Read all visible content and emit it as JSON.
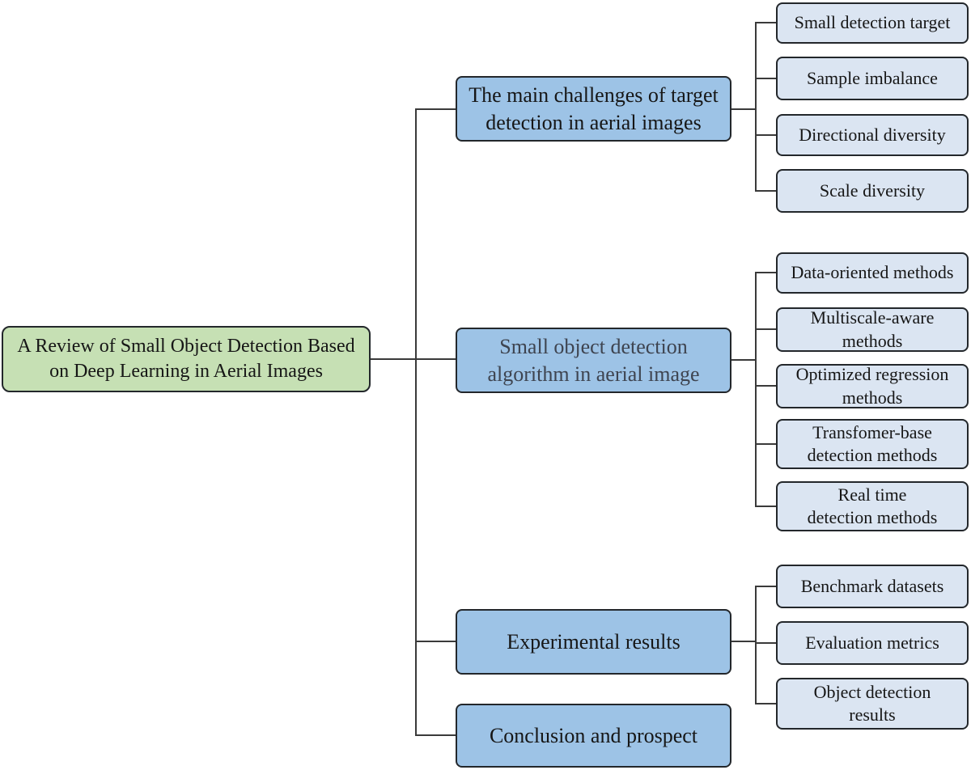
{
  "figure": {
    "root": {
      "lines": [
        "A Review of Small Object Detection Based",
        "on Deep Learning in Aerial Images"
      ]
    },
    "branches": [
      {
        "lines": [
          "The main challenges of target",
          "detection in aerial images"
        ],
        "children": [
          {
            "lines": [
              "Small detection target"
            ]
          },
          {
            "lines": [
              "Sample imbalance"
            ]
          },
          {
            "lines": [
              "Directional diversity"
            ]
          },
          {
            "lines": [
              "Scale diversity"
            ]
          }
        ]
      },
      {
        "lines": [
          "Small object detection",
          "algorithm in aerial image"
        ],
        "children": [
          {
            "lines": [
              "Data-oriented methods"
            ]
          },
          {
            "lines": [
              "Multiscale-aware",
              "methods"
            ]
          },
          {
            "lines": [
              "Optimized regression",
              "methods"
            ]
          },
          {
            "lines": [
              "Transfomer-base",
              "detection methods"
            ]
          },
          {
            "lines": [
              "Real time",
              "detection methods"
            ]
          }
        ]
      },
      {
        "lines": [
          "Experimental results"
        ],
        "children": [
          {
            "lines": [
              "Benchmark datasets"
            ]
          },
          {
            "lines": [
              "Evaluation metrics"
            ]
          },
          {
            "lines": [
              "Object detection",
              "results"
            ]
          }
        ]
      },
      {
        "lines": [
          "Conclusion and prospect"
        ],
        "children": []
      }
    ],
    "colors": {
      "root_fill": "#c6e0b4",
      "branch_fill": "#9dc3e6",
      "leaf_fill": "#dbe5f2",
      "border": "#23272b",
      "line": "#3a3a3a"
    }
  }
}
